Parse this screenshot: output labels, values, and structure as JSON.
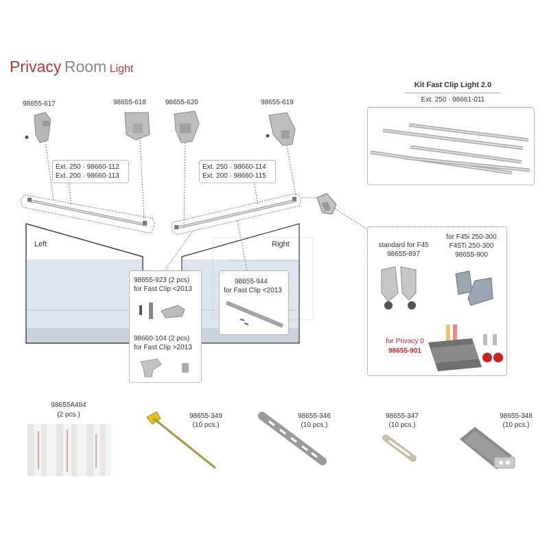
{
  "title": {
    "word1": "Privacy",
    "word2": "Room",
    "word3": "Light"
  },
  "parts": {
    "p617": "98655-617",
    "p618": "98655-618",
    "p620": "98655-620",
    "p619": "98655-619"
  },
  "kit": {
    "title": "Kit Fast Clip Light 2.0",
    "ext": "Ext. 250 · 98661-011"
  },
  "rails": {
    "left": {
      "line1": "Ext. 250 · 98660-112",
      "line2": "Ext. 200 · 98660-113"
    },
    "right": {
      "line1": "Ext. 250 · 98660-114",
      "line2": "Ext. 200 · 98660-115"
    }
  },
  "room": {
    "left": "Left",
    "right": "Right"
  },
  "box923": {
    "line1": "98655-923 (2 pcs)",
    "line2": "for Fast Clip <2013"
  },
  "box104": {
    "line1": "98660-104 (2 pcs)",
    "line2": "for Fast Clip >2013"
  },
  "box944": {
    "line1": "98655-944",
    "line2": "for Fast Clip <2013"
  },
  "adapters": {
    "std1": "standard for F45",
    "std2": "98655-897",
    "f45i1": "for F45i 250-300",
    "f45i2": "F45Ti 250-300",
    "f45i3": "98655-900",
    "priv1": "for Privacy 0",
    "priv2": "98655-901"
  },
  "bottom": {
    "a484": {
      "code": "98655A484",
      "qty": "(2 pcs.)"
    },
    "p349": {
      "code": "98655-349",
      "qty": "(10 pcs.)"
    },
    "p346": {
      "code": "98655-346",
      "qty": "(10 pcs.)"
    },
    "p347": {
      "code": "98655-347",
      "qty": "(10 pcs.)"
    },
    "p348": {
      "code": "98655-348",
      "qty": "(10 pcs.)"
    }
  },
  "colors": {
    "title_red": "#b23a3a",
    "title_grey": "#8a8a8a",
    "highlight_red": "#d42020",
    "room_blue": "#dde6f0"
  }
}
